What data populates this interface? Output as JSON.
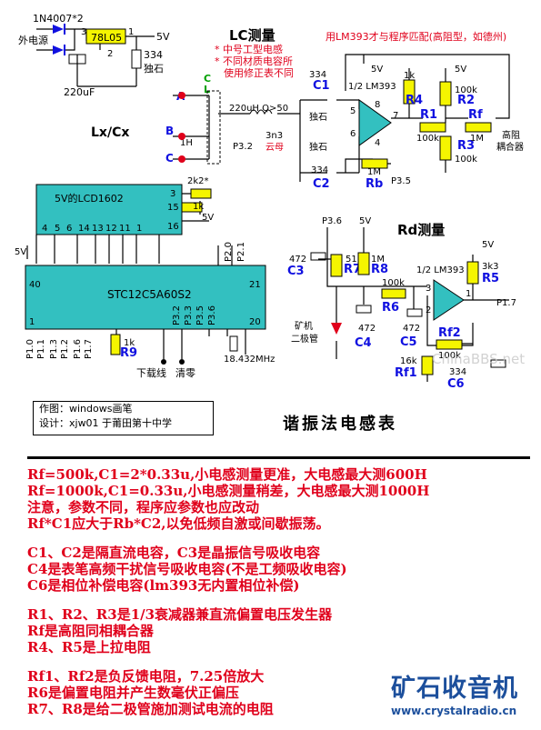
{
  "title": "谐振法电感表",
  "credit": {
    "line1": "作图：windows画笔",
    "line2": "设计：xjw01  于莆田第十中学"
  },
  "power": {
    "diode": "1N4007*2",
    "regulator": "78L05",
    "source_label": "外电源",
    "cap_in": "220uF",
    "cap_out": "334",
    "cap_out_type": "独石",
    "vout": "5V",
    "pin1": "3",
    "pin2": "2",
    "pin3": "1"
  },
  "lc": {
    "title": "LC测量",
    "notes": [
      "* 中号工型电感",
      "* 不同材质电容所",
      "使用修正表不同"
    ],
    "switch_c": "C",
    "switch_l": "L",
    "node_a": "A",
    "node_b": "B",
    "node_c": "C",
    "lxcx": "Lx/Cx",
    "coil_1h": "1H",
    "inductor": "220uH Q>50",
    "cap_3n3": "3n3",
    "cap_3n3_type": "云母",
    "p32": "P3.2",
    "c1_val": "334",
    "c1_label": "C1",
    "c1_type": "独石",
    "c2_val": "334",
    "c2_label": "C2",
    "c2_type": "独石",
    "match_note": "用LM393才与程序匹配(高阻型，如德州)",
    "comparator": "1/2 LM393",
    "r4_val": "1k",
    "r4": "R4",
    "r2_val": "100k",
    "r2": "R2",
    "r3_val": "100k",
    "r3": "R3",
    "r1": "R1",
    "r1_val": "100k",
    "rf": "Rf",
    "rf_val": "1M",
    "coupler": [
      "高阻",
      "耦合器"
    ],
    "rb": "Rb",
    "rb_val": "1M",
    "p35": "P3.5",
    "v5": "5V",
    "pins": [
      "5",
      "6",
      "7",
      "8",
      "4"
    ]
  },
  "lcd": {
    "label": "5V的LCD1602",
    "top_pins": [
      "3",
      "15",
      "16"
    ],
    "bottom_pins": [
      "4",
      "5",
      "6",
      "14",
      "13",
      "12",
      "11",
      "1"
    ],
    "r_2k2": "2k2*",
    "r_1k": "1k",
    "v5": "5V",
    "v5_left": "5V"
  },
  "mcu": {
    "label": "STC12C5A60S2",
    "pin40": "40",
    "pin21": "21",
    "pin1": "1",
    "pin20": "20",
    "top_ports": [
      "P2.0",
      "P2.1"
    ],
    "bottom_ports": [
      "P1.0",
      "P1.1",
      "P1.3",
      "P1.2",
      "P1.6",
      "P1.7"
    ],
    "right_ports": [
      "P3.2",
      "P3.3",
      "P3.5",
      "P3.6"
    ],
    "r9": "R9",
    "r9_val": "1k",
    "crystal": "18.432MHz",
    "btn_download": "下载线",
    "btn_clear": "清零"
  },
  "rd": {
    "title": "Rd测量",
    "p36": "P3.6",
    "v5a": "5V",
    "v5b": "5V",
    "c3_val": "472",
    "c3": "C3",
    "r7_val": "51k",
    "r7": "R7",
    "r8_val": "1M",
    "r8": "R8",
    "r6": "R6",
    "r6_val": "100k",
    "c4_val": "472",
    "c4": "C4",
    "c5_val": "472",
    "c5": "C5",
    "diode": [
      "矿机",
      "二极管"
    ],
    "comparator": "1/2 LM393",
    "r5_val": "3k3",
    "r5": "R5",
    "p17": "P1.7",
    "rf2": "Rf2",
    "rf2_val": "100k",
    "rf1": "Rf1",
    "rf1_val": "16k",
    "c6_val": "334",
    "c6": "C6",
    "pins": [
      "3",
      "2",
      "1"
    ],
    "watermark": "ChinaBBS.net"
  },
  "notes": [
    [
      "Rf=500k,C1=2*0.33u,小电感测量更准，大电感最大测600H",
      "Rf=1000k,C1=0.33u,小电感测量稍差，大电感最大测1000H",
      "注意，参数不同，程序应参数也应改动",
      "Rf*C1应大于Rb*C2,以免低频自激或间歇振荡。"
    ],
    [
      "C1、C2是隔直流电容，C3是晶振信号吸收电容",
      "C4是表笔高频干扰信号吸收电容(不是工频吸收电容)",
      "C6是相位补偿电容(lm393无内置相位补偿)"
    ],
    [
      "R1、R2、R3是1/3衰减器兼直流偏置电压发生器",
      "Rf是高阻同相耦合器",
      "R4、R5是上拉电阻"
    ],
    [
      "Rf1、Rf2是负反馈电阻，7.25倍放大",
      "R6是偏置电阻并产生数毫伏正偏压",
      "R7、R8是给二极管施加测试电流的电阻"
    ]
  ],
  "brand": {
    "name": "矿石收音机",
    "url": "www.crystalradio.cn"
  },
  "colors": {
    "ink": "#000000",
    "red": "#e0001b",
    "blue": "#1010e0",
    "lcd": "#33c0c0",
    "mcu": "#33c0c0",
    "part": "#f5f500",
    "green": "#00a000",
    "brand": "#1c4f9c"
  }
}
